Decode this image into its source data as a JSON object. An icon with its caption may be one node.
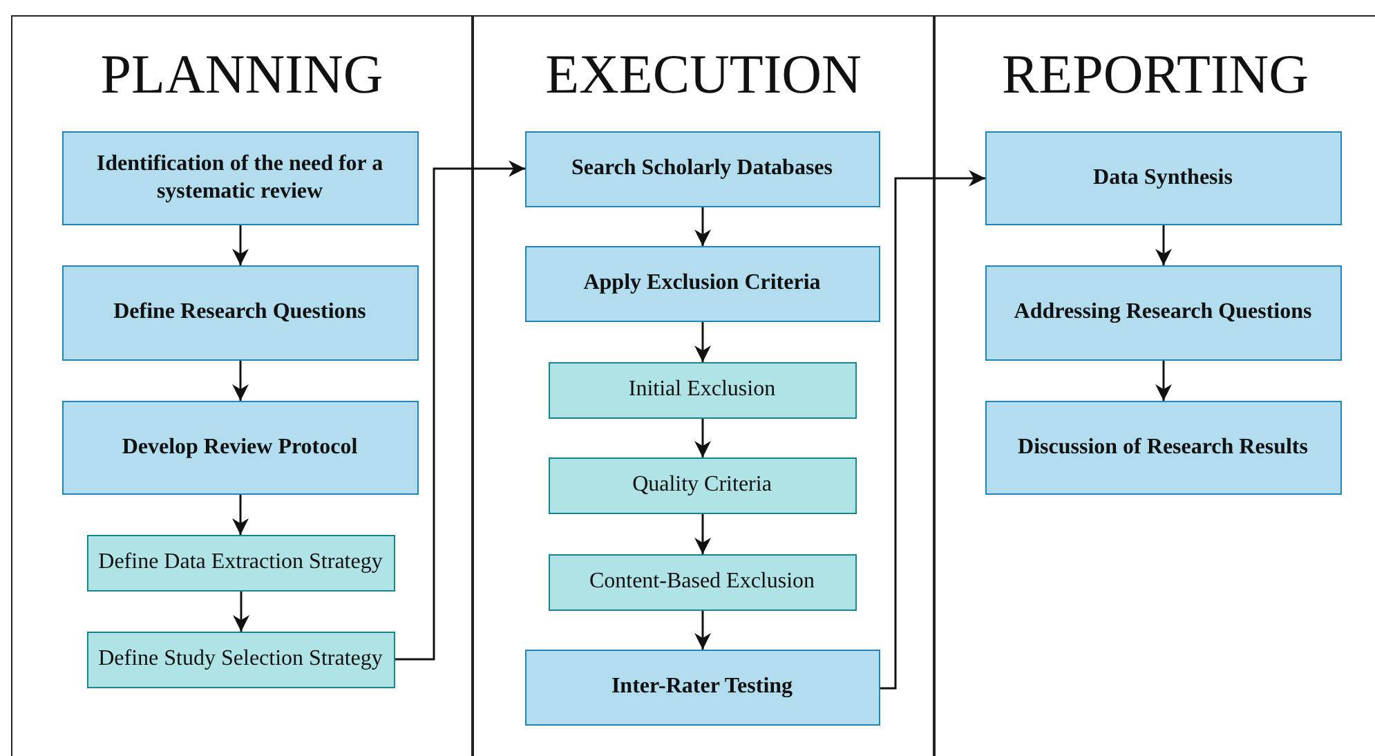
{
  "diagram": {
    "nodes": [
      {
        "text": [
          "PLANNING"
        ]
      },
      {
        "text": [
          "Identification of  the need for a systematic review"
        ],
        "in": 0
      },
      {
        "text": [
          "Define Research Questions"
        ],
        "in": 0
      },
      {
        "text": [
          "Develop Review Protocol"
        ],
        "in": 0
      },
      {
        "text": [
          "Define Data Extraction Strategy"
        ],
        "in": 0
      },
      {
        "text": [
          "Define Study Selection Strategy"
        ],
        "in": 0
      },
      {
        "text": [
          "EXECUTION"
        ]
      },
      {
        "text": [
          "Search Scholarly Databases"
        ],
        "in": 6
      },
      {
        "text": [
          "Apply Exclusion Criteria"
        ],
        "in": 6
      },
      {
        "text": [
          "Initial Exclusion"
        ],
        "in": 6
      },
      {
        "text": [
          "Quality Criteria"
        ],
        "in": 6
      },
      {
        "text": [
          "Content-Based Exclusion"
        ],
        "in": 6
      },
      {
        "text": [
          "Inter-Rater Testing"
        ],
        "in": 6
      },
      {
        "text": [
          "REPORTING"
        ]
      },
      {
        "text": [
          "Data Synthesis"
        ],
        "in": 13
      },
      {
        "text": [
          "Addressing Research Questions"
        ],
        "in": 13
      },
      {
        "text": [
          "Discussion of Research Results"
        ],
        "in": 13
      }
    ],
    "edges": [
      {
        "from": 1,
        "to": 2,
        "arrow": "to"
      },
      {
        "from": 2,
        "to": 3,
        "arrow": "to"
      },
      {
        "from": 3,
        "to": 4,
        "arrow": "to"
      },
      {
        "from": 4,
        "to": 5,
        "arrow": "to"
      },
      {
        "from": 5,
        "to": 7,
        "arrow": "to"
      },
      {
        "from": 7,
        "to": 8,
        "arrow": "to"
      },
      {
        "from": 8,
        "to": 9,
        "arrow": "to"
      },
      {
        "from": 9,
        "to": 10,
        "arrow": "to"
      },
      {
        "from": 10,
        "to": 11,
        "arrow": "to"
      },
      {
        "from": 11,
        "to": 12,
        "arrow": "to"
      },
      {
        "from": 12,
        "to": 14,
        "arrow": "to"
      },
      {
        "from": 14,
        "to": 15,
        "arrow": "to"
      },
      {
        "from": 15,
        "to": 16,
        "arrow": "to"
      }
    ]
  }
}
